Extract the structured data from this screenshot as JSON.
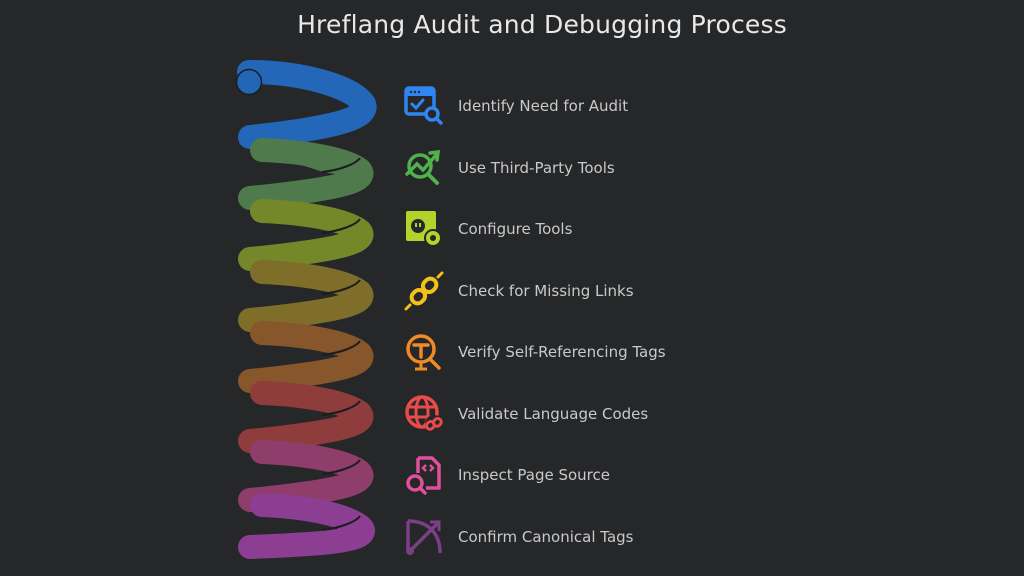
{
  "title": "Hreflang Audit and Debugging Process",
  "steps": [
    {
      "label": "Identify Need for Audit",
      "icon": "browser-check-search-icon",
      "color": "#2f86f0"
    },
    {
      "label": "Use Third-Party Tools",
      "icon": "chart-magnifier-icon",
      "color": "#4fb24a"
    },
    {
      "label": "Configure Tools",
      "icon": "chat-gear-icon",
      "color": "#b5d22a"
    },
    {
      "label": "Check for Missing Links",
      "icon": "broken-chain-icon",
      "color": "#f2c21b"
    },
    {
      "label": "Verify Self-Referencing Tags",
      "icon": "tag-magnifier-icon",
      "color": "#f08a24"
    },
    {
      "label": "Validate Language Codes",
      "icon": "globe-link-icon",
      "color": "#ea4a4a"
    },
    {
      "label": "Inspect Page Source",
      "icon": "code-file-search-icon",
      "color": "#e0509a"
    },
    {
      "label": "Confirm Canonical Tags",
      "icon": "bow-arrow-icon",
      "color": "#7d3e88"
    }
  ],
  "coil": {
    "colors": [
      "#2467b8",
      "#4e7a4c",
      "#74882a",
      "#7f6e2a",
      "#87562b",
      "#8e3c3c",
      "#8f3d6a",
      "#8c3f92"
    ],
    "back_colors": [
      "#2467b8",
      "#4e7a4c",
      "#74882a",
      "#7f6e2a",
      "#87562b",
      "#8e3c3c",
      "#8f3d6a",
      "#8c3f92"
    ]
  }
}
